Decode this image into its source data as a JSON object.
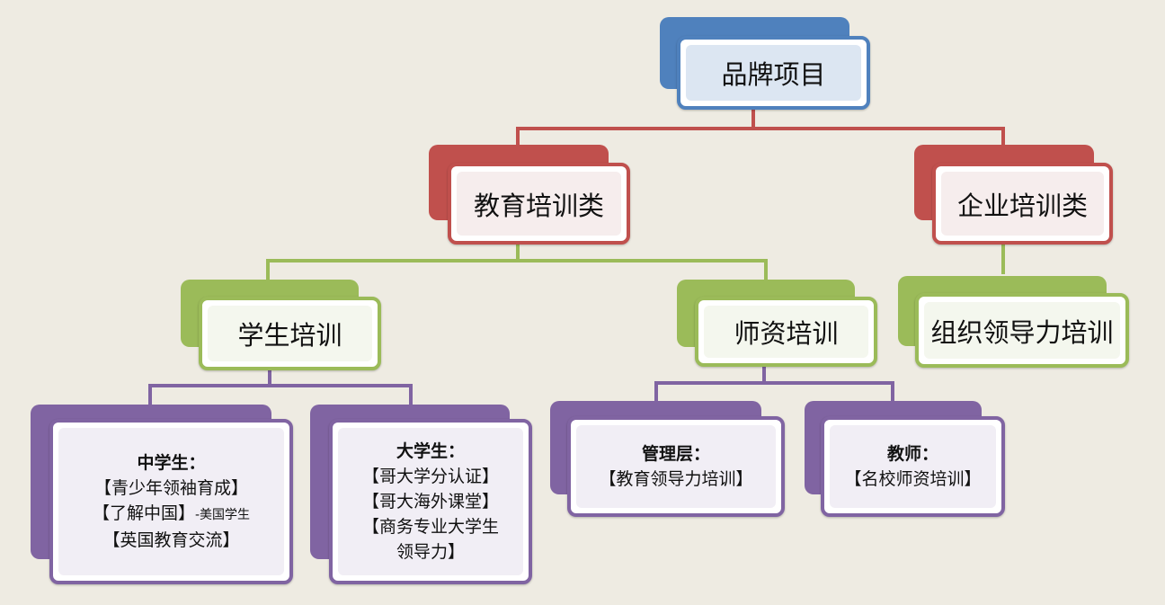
{
  "root": {
    "label": "品牌项目"
  },
  "categories": {
    "education": {
      "label": "教育培训类"
    },
    "enterprise": {
      "label": "企业培训类"
    }
  },
  "programs": {
    "student": {
      "label": "学生培训"
    },
    "teacher": {
      "label": "师资培训"
    },
    "org": {
      "label": "组织领导力培训"
    }
  },
  "leaves": {
    "middle": {
      "title": "中学生",
      "colon": "：",
      "items": [
        "【青少年领袖育成】",
        "【了解中国】",
        "【英国教育交流】"
      ],
      "note": "-美国学生"
    },
    "college": {
      "title": "大学生",
      "colon": "：",
      "items": [
        "【哥大学分认证】",
        "【哥大海外课堂】",
        "【商务专业大学生",
        "领导力】"
      ]
    },
    "mgmt": {
      "title": "管理层",
      "colon": "：",
      "items": [
        "【教育领导力培训】"
      ]
    },
    "teacher": {
      "title": "教师",
      "colon": "：",
      "items": [
        "【名校师资培训】"
      ]
    }
  },
  "colors": {
    "blue": "#4F81BD",
    "red": "#C0504D",
    "green": "#9BBB59",
    "purple": "#8064A2",
    "background": "#EEEBE2"
  }
}
